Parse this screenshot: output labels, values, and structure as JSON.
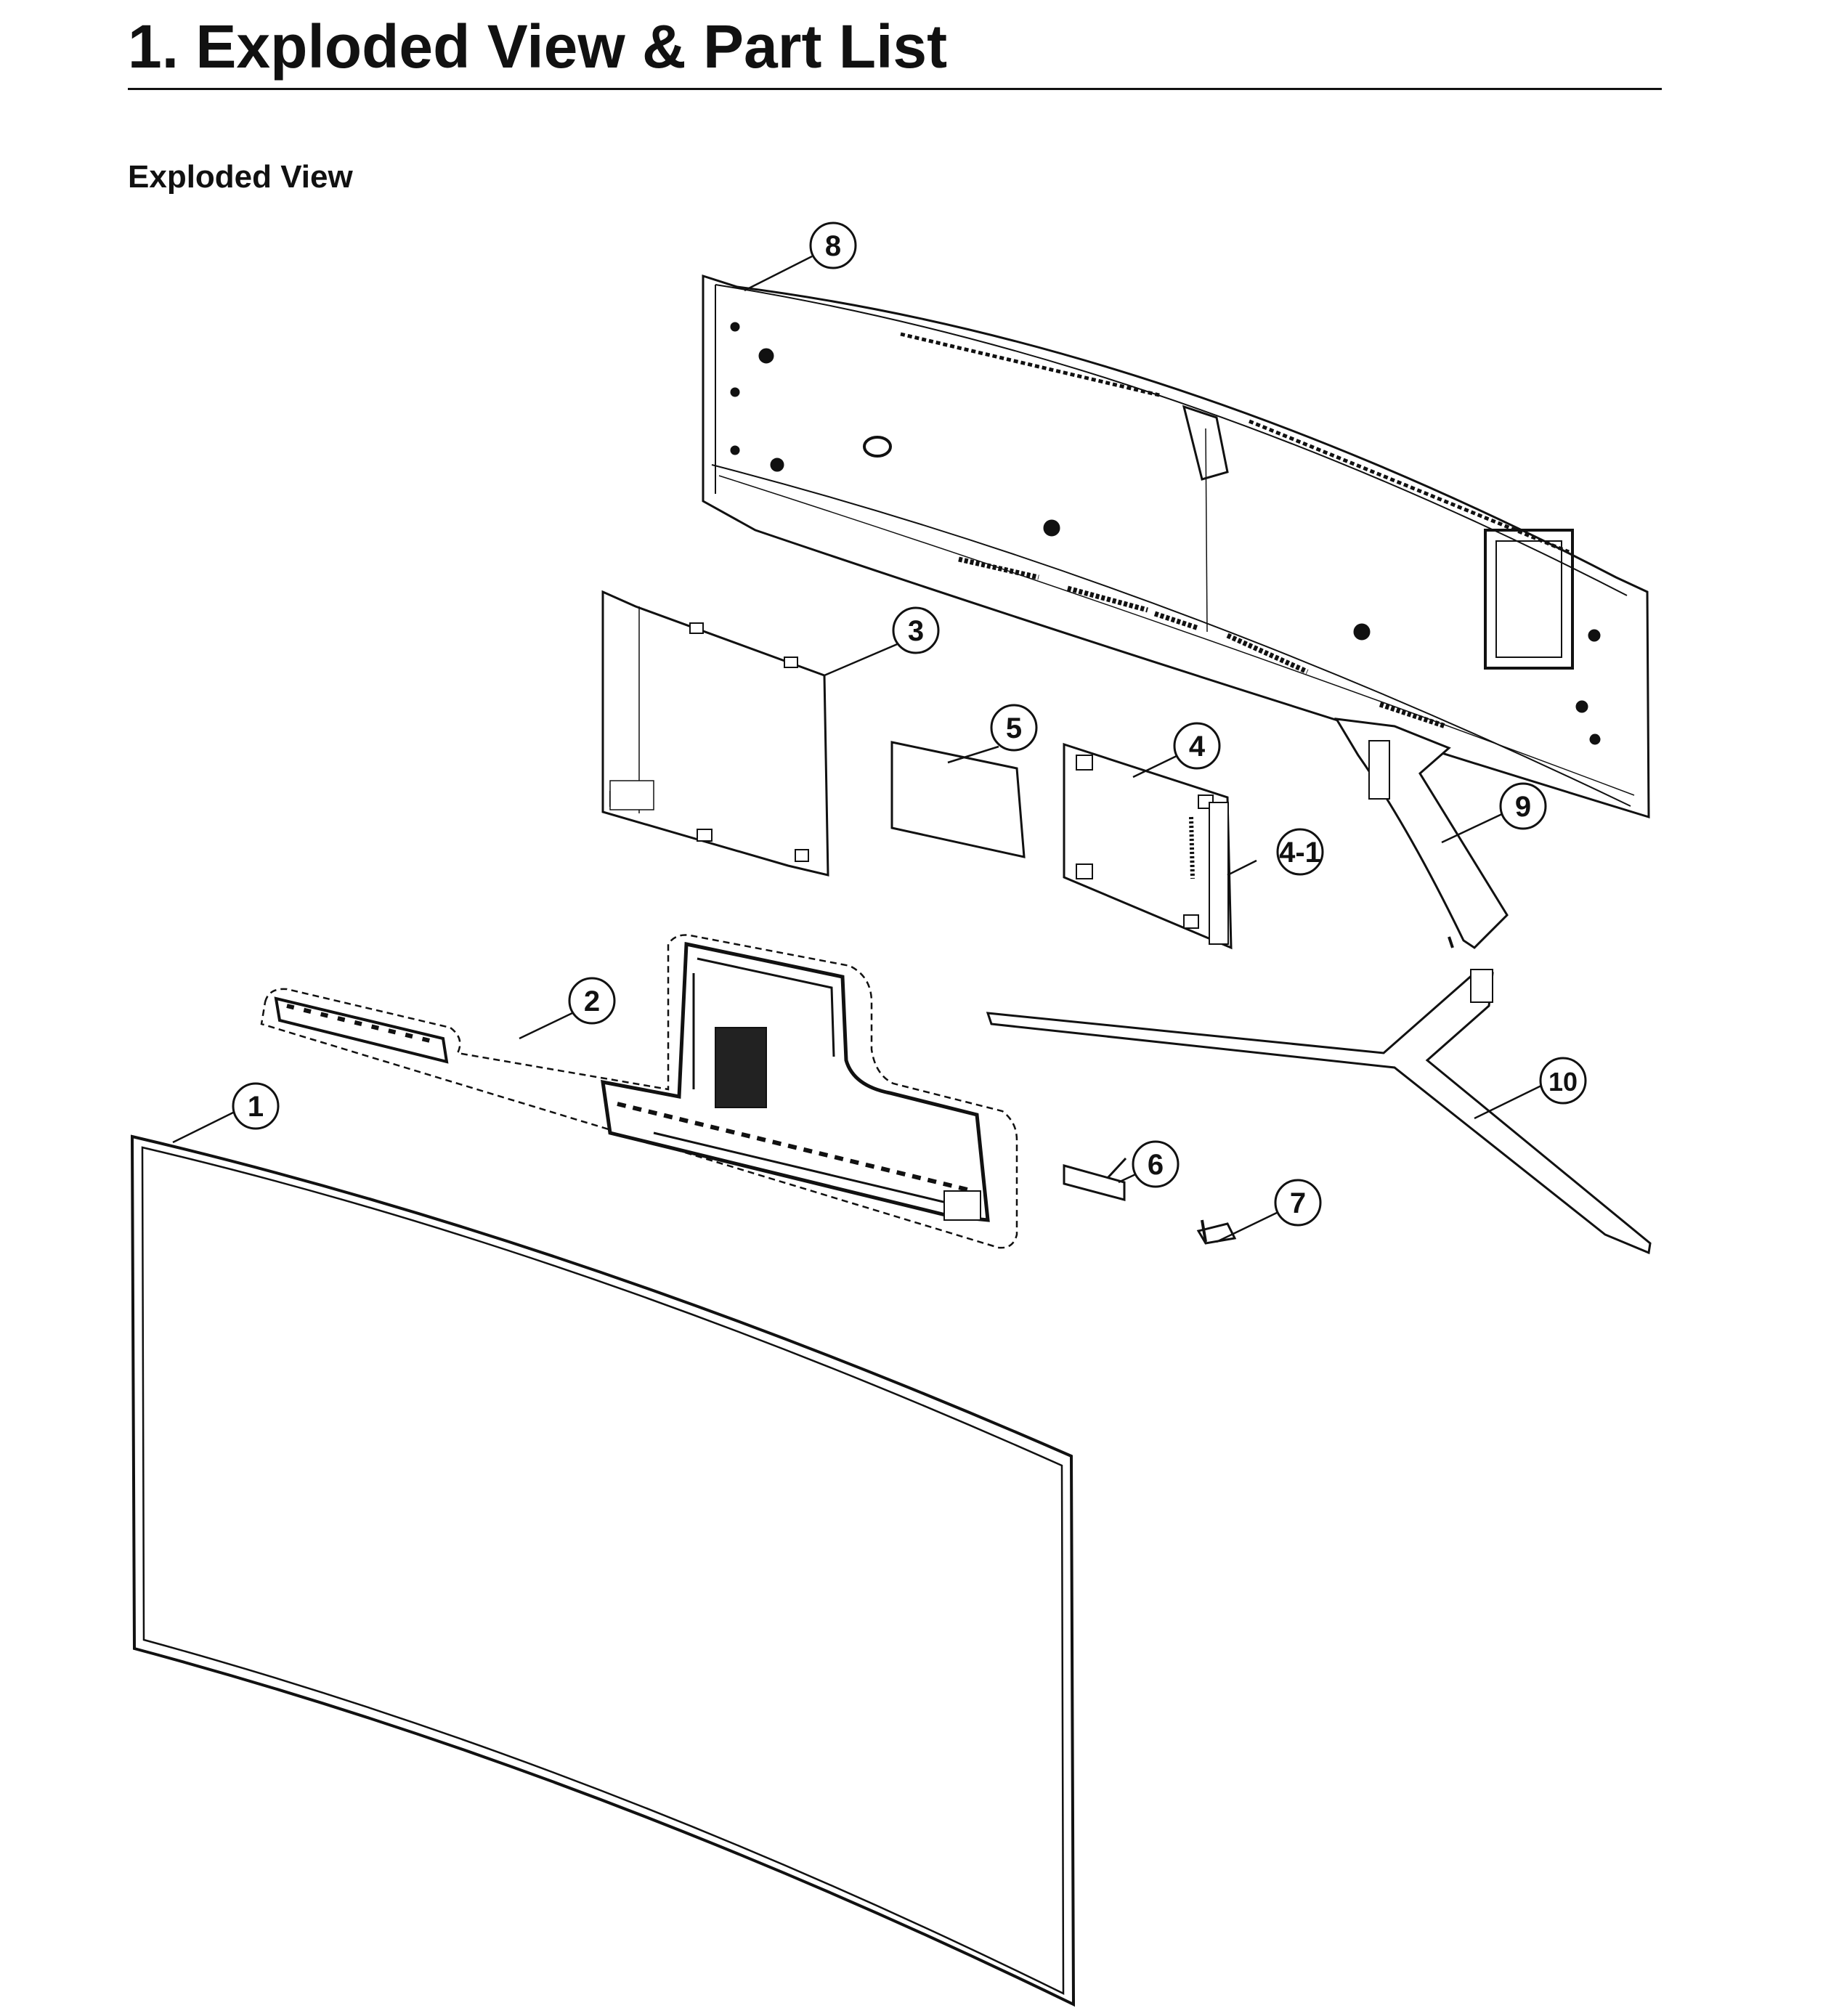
{
  "page": {
    "title": "1.  Exploded View & Part List",
    "subtitle": "Exploded View"
  },
  "callouts": {
    "c1": "1",
    "c2": "2",
    "c3": "3",
    "c4": "4",
    "c4_1": "4-1",
    "c5": "5",
    "c6": "6",
    "c7": "7",
    "c8": "8",
    "c9": "9",
    "c10": "10"
  }
}
